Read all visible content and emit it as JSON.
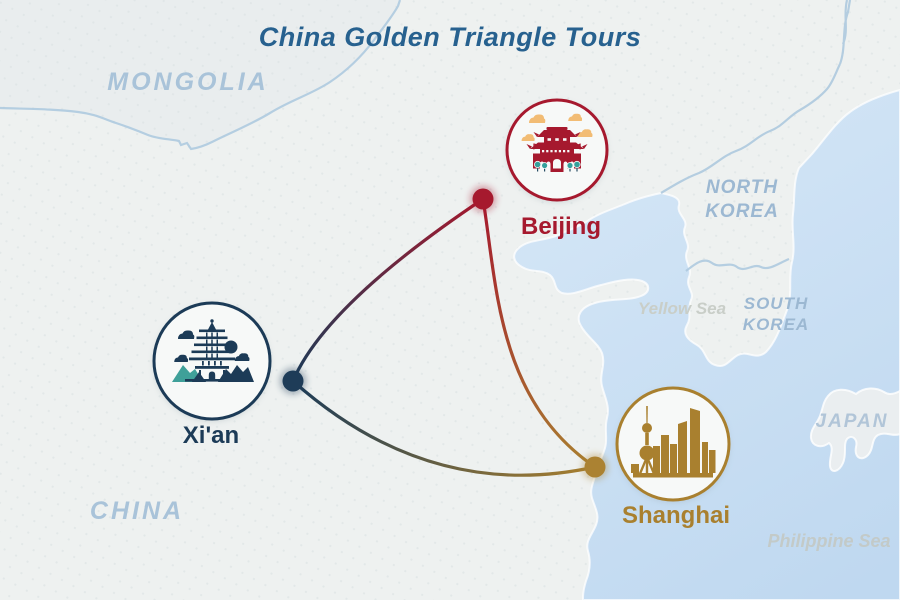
{
  "title": "China Golden Triangle Tours",
  "regions": {
    "mongolia": "MONGOLIA",
    "china": "CHINA",
    "north_korea": "NORTH KOREA",
    "south_korea": "SOUTH KOREA",
    "japan": "JAPAN"
  },
  "seas": {
    "yellow_sea": "Yellow Sea",
    "philippine_sea": "Philippine Sea"
  },
  "cities": {
    "beijing": {
      "label": "Beijing",
      "color": "#a6192e",
      "icon": "forbidden-city-icon"
    },
    "xian": {
      "label": "Xi'an",
      "color": "#1c3b57",
      "icon": "pagoda-icon"
    },
    "shanghai": {
      "label": "Shanghai",
      "color": "#a9802f",
      "icon": "city-skyline-icon"
    }
  },
  "route": {
    "shape": "triangle",
    "segments": [
      {
        "from": "Xi'an",
        "to": "Beijing"
      },
      {
        "from": "Beijing",
        "to": "Shanghai"
      },
      {
        "from": "Xi'an",
        "to": "Shanghai"
      }
    ]
  },
  "colors": {
    "title": "#27618f",
    "land": "#eef1f0",
    "mongolia_land": "#e9edee",
    "sea": "#cfe3f4",
    "border": "#aecadf",
    "beijing_red": "#a6192e",
    "xian_navy": "#1c3b57",
    "shanghai_gold": "#a9802f",
    "cloud_orange": "#f2bc74",
    "tree_teal": "#35a09b"
  }
}
